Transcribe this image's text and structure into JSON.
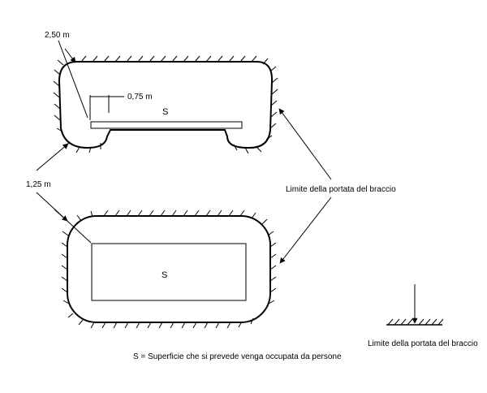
{
  "labels": {
    "dim_top": "2,50 m",
    "dim_inner": "0,75 m",
    "dim_left": "1,25 m",
    "surface_top": "S",
    "surface_bottom": "S",
    "limit_label_1": "Limite della portata del braccio",
    "limit_label_2": "Limite della portata del braccio",
    "legend": "S = Superficie che si prevede venga occupata da persone"
  }
}
